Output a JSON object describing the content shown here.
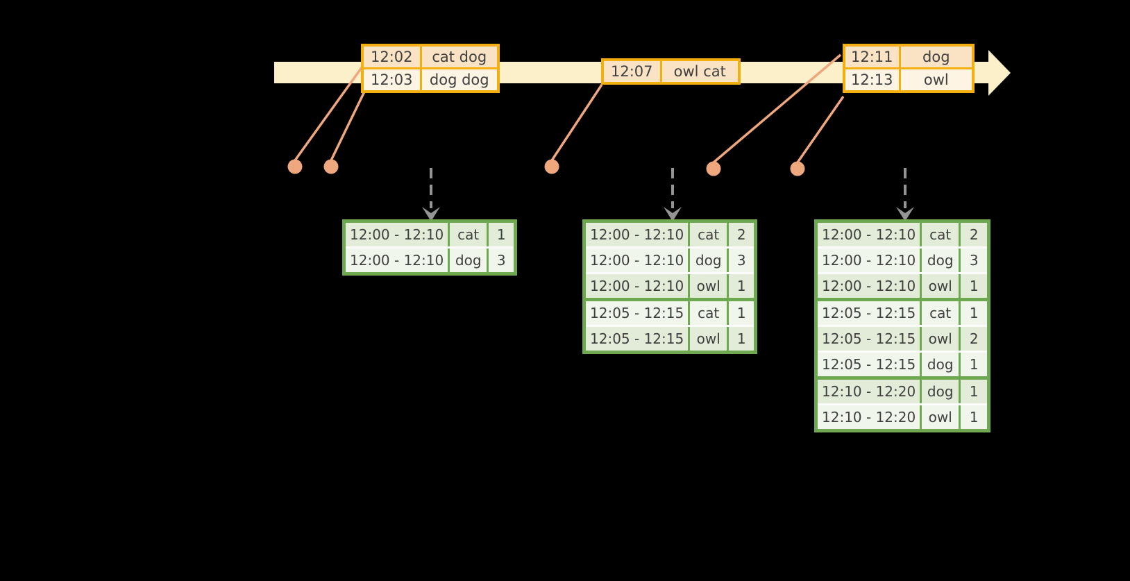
{
  "colors": {
    "background": "#000000",
    "timeline_band": "#FCF0CB",
    "event_border": "#F2AF0D",
    "event_row_dark": "#FAE3C5",
    "event_row_light": "#FDF4E3",
    "connector": "#EFA77D",
    "arrow_gray": "#949494",
    "result_border": "#6EA850",
    "result_row_dark": "#E3ECD9",
    "result_row_light": "#F1F6EC",
    "text": "#3F3F3F"
  },
  "icons": {
    "timeline_arrowhead": "right-block-arrow",
    "result_arrow": "dashed-down-arrow",
    "event_marker": "dot"
  },
  "event_tables": [
    {
      "rows": [
        {
          "time": "12:02",
          "words": "cat dog"
        },
        {
          "time": "12:03",
          "words": "dog dog"
        }
      ]
    },
    {
      "rows": [
        {
          "time": "12:07",
          "words": "owl cat"
        }
      ]
    },
    {
      "rows": [
        {
          "time": "12:11",
          "words": "dog"
        },
        {
          "time": "12:13",
          "words": "owl"
        }
      ]
    }
  ],
  "result_tables": [
    {
      "rows": [
        {
          "window": "12:00 - 12:10",
          "word": "cat",
          "count": "1"
        },
        {
          "window": "12:00 - 12:10",
          "word": "dog",
          "count": "3"
        }
      ]
    },
    {
      "rows": [
        {
          "window": "12:00 - 12:10",
          "word": "cat",
          "count": "2"
        },
        {
          "window": "12:00 - 12:10",
          "word": "dog",
          "count": "3"
        },
        {
          "window": "12:00 - 12:10",
          "word": "owl",
          "count": "1"
        },
        {
          "window": "12:05 - 12:15",
          "word": "cat",
          "count": "1",
          "new_group": true
        },
        {
          "window": "12:05 - 12:15",
          "word": "owl",
          "count": "1"
        }
      ]
    },
    {
      "rows": [
        {
          "window": "12:00 - 12:10",
          "word": "cat",
          "count": "2"
        },
        {
          "window": "12:00 - 12:10",
          "word": "dog",
          "count": "3"
        },
        {
          "window": "12:00 - 12:10",
          "word": "owl",
          "count": "1"
        },
        {
          "window": "12:05 - 12:15",
          "word": "cat",
          "count": "1",
          "new_group": true
        },
        {
          "window": "12:05 - 12:15",
          "word": "owl",
          "count": "2"
        },
        {
          "window": "12:05 - 12:15",
          "word": "dog",
          "count": "1"
        },
        {
          "window": "12:10 - 12:20",
          "word": "dog",
          "count": "1",
          "new_group": true
        },
        {
          "window": "12:10 - 12:20",
          "word": "owl",
          "count": "1"
        }
      ]
    }
  ]
}
